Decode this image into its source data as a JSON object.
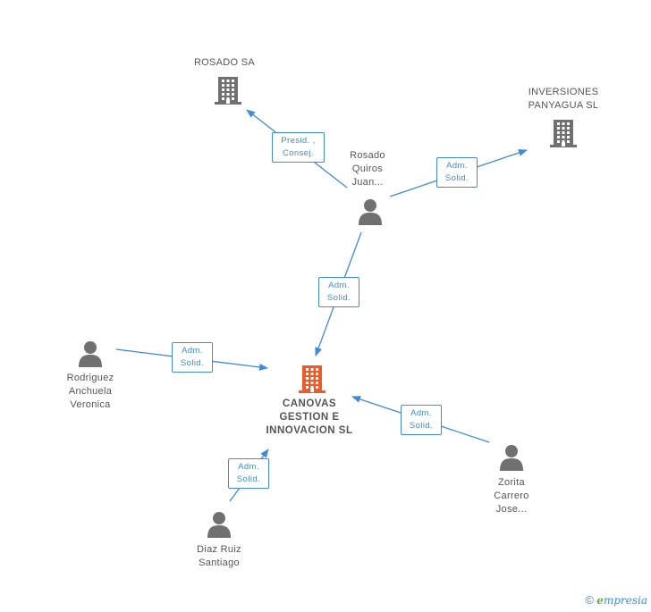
{
  "nodes": {
    "rosado_sa": {
      "name_lines": [
        "ROSADO SA"
      ],
      "type": "company"
    },
    "inversiones": {
      "name_lines": [
        "INVERSIONES",
        "PANYAGUA SL"
      ],
      "type": "company"
    },
    "rosado_quiros": {
      "name_lines": [
        "Rosado",
        "Quiros",
        "Juan..."
      ],
      "type": "person"
    },
    "canovas": {
      "name_lines": [
        "CANOVAS",
        "GESTION E",
        "INNOVACION SL"
      ],
      "type": "company",
      "highlight": true
    },
    "rodriguez": {
      "name_lines": [
        "Rodriguez",
        "Anchuela",
        "Veronica"
      ],
      "type": "person"
    },
    "zorita": {
      "name_lines": [
        "Zorita",
        "Carrero",
        "Jose..."
      ],
      "type": "person"
    },
    "diaz_ruiz": {
      "name_lines": [
        "Diaz Ruiz",
        "Santiago"
      ],
      "type": "person"
    }
  },
  "edges": {
    "e1": {
      "from": "rosado_quiros",
      "to": "rosado_sa",
      "label_lines": [
        "Presid. ,",
        "Consej."
      ]
    },
    "e2": {
      "from": "rosado_quiros",
      "to": "inversiones",
      "label_lines": [
        "Adm.",
        "Solid."
      ]
    },
    "e3": {
      "from": "rosado_quiros",
      "to": "canovas",
      "label_lines": [
        "Adm.",
        "Solid."
      ]
    },
    "e4": {
      "from": "rodriguez",
      "to": "canovas",
      "label_lines": [
        "Adm.",
        "Solid."
      ]
    },
    "e5": {
      "from": "zorita",
      "to": "canovas",
      "label_lines": [
        "Adm.",
        "Solid."
      ]
    },
    "e6": {
      "from": "diaz_ruiz",
      "to": "canovas",
      "label_lines": [
        "Adm.",
        "Solid."
      ]
    }
  },
  "colors": {
    "edge": "#3d8bd9",
    "company_icon": "#707070",
    "company_icon_highlight": "#f05a28",
    "person_icon": "#707070"
  },
  "footer": {
    "copyright": "©",
    "brand_initial": "e",
    "brand_rest": "mpresia"
  }
}
